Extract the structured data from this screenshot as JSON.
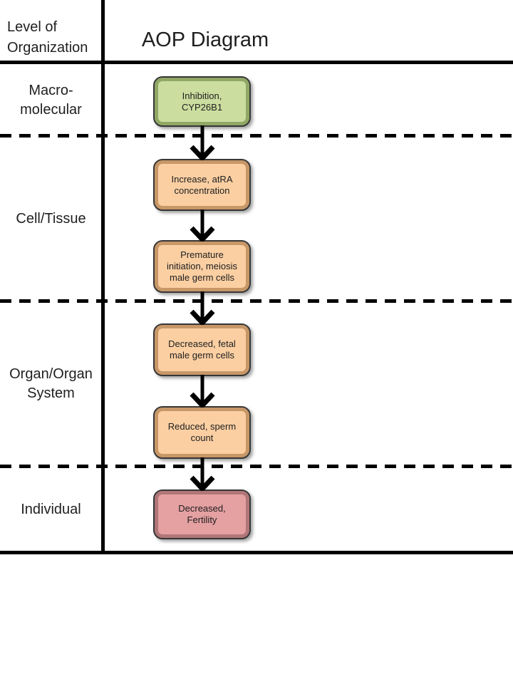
{
  "header": {
    "left_label": "Level of\nOrganization",
    "title": "AOP Diagram"
  },
  "levels": [
    {
      "label": "Macro-\nmolecular",
      "nodes": [
        {
          "label": "Inhibition,\nCYP26B1",
          "kind": "molecular-initiating-event",
          "fill": "#cbde9f",
          "bevel": "#90a765",
          "border": "#363636"
        }
      ]
    },
    {
      "label": "Cell/Tissue",
      "nodes": [
        {
          "label": "Increase, atRA\nconcentration",
          "kind": "key-event",
          "fill": "#fbcfa2",
          "bevel": "#c79767",
          "border": "#363636"
        },
        {
          "label": "Premature\ninitiation, meiosis\nmale germ cells",
          "kind": "key-event",
          "fill": "#fbcfa2",
          "bevel": "#c79767",
          "border": "#363636"
        }
      ]
    },
    {
      "label": "Organ/Organ\nSystem",
      "nodes": [
        {
          "label": "Decreased, fetal\nmale germ cells",
          "kind": "key-event",
          "fill": "#fbcfa2",
          "bevel": "#c79767",
          "border": "#363636"
        },
        {
          "label": "Reduced, sperm\ncount",
          "kind": "key-event",
          "fill": "#fbcfa2",
          "bevel": "#c79767",
          "border": "#363636"
        }
      ]
    },
    {
      "label": "Individual",
      "nodes": [
        {
          "label": "Decreased,\nFertility",
          "kind": "adverse-outcome",
          "fill": "#e5a0a2",
          "bevel": "#b07678",
          "border": "#363636"
        }
      ]
    }
  ],
  "connections": [
    "Inhibition, CYP26B1 -> Increase, atRA concentration",
    "Increase, atRA concentration -> Premature initiation, meiosis male germ cells",
    "Premature initiation, meiosis male germ cells -> Decreased, fetal male germ cells",
    "Decreased, fetal male germ cells -> Reduced, sperm count",
    "Reduced, sperm count -> Decreased, Fertility"
  ],
  "styles": {
    "line_color": "#000000",
    "background": "#ffffff",
    "text_color": "#1f1f1f"
  }
}
